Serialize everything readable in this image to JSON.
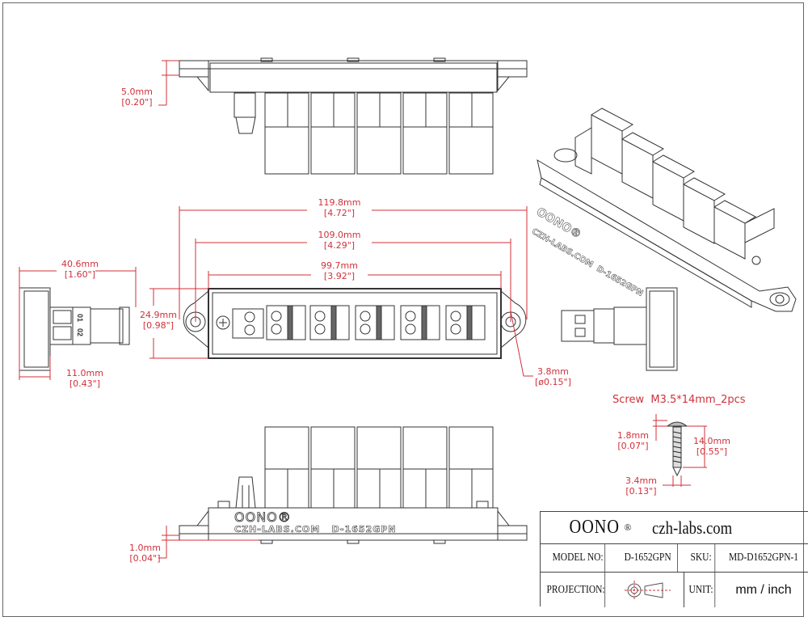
{
  "drawing": {
    "colors": {
      "dimension": "#d0313a",
      "outline": "#333333",
      "border": "#666666"
    },
    "top_view": {
      "dims": [
        {
          "id": "flange_thickness",
          "mm": "5.0mm",
          "inch": "[0.20\"]"
        }
      ]
    },
    "front_view": {
      "dims": [
        {
          "id": "overall_length",
          "mm": "119.8mm",
          "inch": "[4.72\"]"
        },
        {
          "id": "hole_spacing",
          "mm": "109.0mm",
          "inch": "[4.29\"]"
        },
        {
          "id": "body_length",
          "mm": "99.7mm",
          "inch": "[3.92\"]"
        },
        {
          "id": "body_height",
          "mm": "24.9mm",
          "inch": "[0.98\"]"
        },
        {
          "id": "hole_diameter",
          "mm": "3.8mm",
          "inch": "[ø0.15\"]"
        }
      ],
      "terminal_count": 5
    },
    "side_view_left": {
      "dims": [
        {
          "id": "overall_depth",
          "mm": "40.6mm",
          "inch": "[1.60\"]"
        },
        {
          "id": "base_depth",
          "mm": "11.0mm",
          "inch": "[0.43\"]"
        }
      ],
      "pin_labels": [
        "01",
        "02"
      ]
    },
    "bottom_view": {
      "dims": [
        {
          "id": "foot_height",
          "mm": "1.0mm",
          "inch": "[0.04\"]"
        }
      ],
      "embossed_brand": "OONO®",
      "embossed_text": "CZH-LABS.COM   D-1652GPN"
    },
    "iso_view": {
      "embossed_brand": "OONO®",
      "embossed_text": "CZH-LABS.COM  D-1652GPN"
    },
    "screw": {
      "title": "Screw  M3.5*14mm_2pcs",
      "dims": [
        {
          "id": "head_height",
          "mm": "1.8mm",
          "inch": "[0.07\"]"
        },
        {
          "id": "length",
          "mm": "14.0mm",
          "inch": "[0.55\"]"
        },
        {
          "id": "shank_diameter",
          "mm": "3.4mm",
          "inch": "[0.13\"]"
        }
      ]
    }
  },
  "title_block": {
    "brand": "OONO",
    "brand_mark": "®",
    "website": "czh-labs.com",
    "model_label": "MODEL NO:",
    "model_value": "D-1652GPN",
    "sku_label": "SKU:",
    "sku_value": "MD-D1652GPN-1",
    "projection_label": "PROJECTION:",
    "projection_icon": "first-angle-projection-icon",
    "unit_label": "UNIT:",
    "unit_value": "mm / inch"
  }
}
